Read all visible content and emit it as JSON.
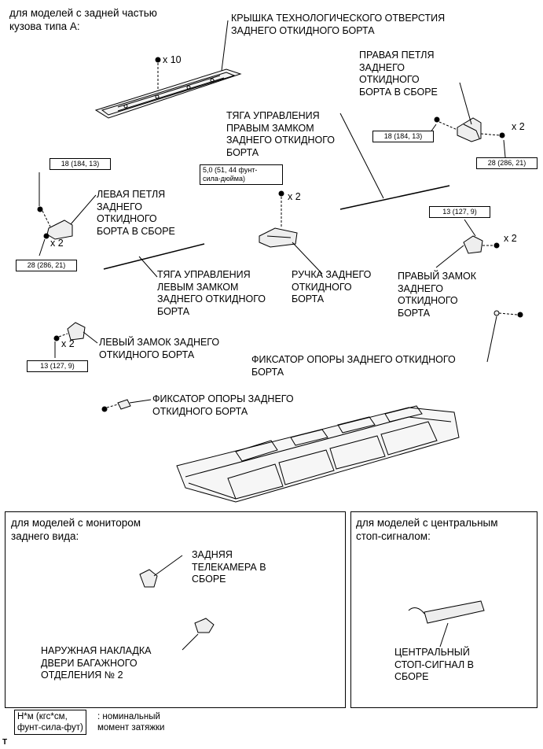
{
  "headers": {
    "body_type_a": "для моделей с задней частью\nкузова типа А:",
    "rear_monitor": "для моделей с монитором\nзаднего вида:",
    "center_stop": "для моделей с центральным\nстоп-сигналом:"
  },
  "labels": {
    "service_hole_cover": "КРЫШКА ТЕХНОЛОГИЧЕСКОГО ОТВЕРСТИЯ\nЗАДНЕГО ОТКИДНОГО БОРТА",
    "rh_hinge": "ПРАВАЯ ПЕТЛЯ\nЗАДНЕГО\nОТКИДНОГО\nБОРТА В СБОРЕ",
    "rh_lock_control_rod": "ТЯГА УПРАВЛЕНИЯ\nПРАВЫМ ЗАМКОМ\nЗАДНЕГО ОТКИДНОГО\nБОРТА",
    "lh_hinge": "ЛЕВАЯ ПЕТЛЯ\nЗАДНЕГО\nОТКИДНОГО\nБОРТА В СБОРЕ",
    "lh_lock_control_rod": "ТЯГА УПРАВЛЕНИЯ\nЛЕВЫМ ЗАМКОМ\nЗАДНЕГО ОТКИДНОГО\nБОРТА",
    "handle": "РУЧКА ЗАДНЕГО\nОТКИДНОГО\nБОРТА",
    "rh_lock": "ПРАВЫЙ ЗАМОК\nЗАДНЕГО\nОТКИДНОГО\nБОРТА",
    "lh_lock": "ЛЕВЫЙ ЗАМОК ЗАДНЕГО\nОТКИДНОГО БОРТА",
    "support_retainer_right": "ФИКСАТОР ОПОРЫ ЗАДНЕГО ОТКИДНОГО\nБОРТА",
    "support_retainer_left": "ФИКСАТОР ОПОРЫ ЗАДНЕГО\nОТКИДНОГО БОРТА",
    "rear_camera": "ЗАДНЯЯ\nТЕЛЕКАМЕРА В\nСБОРЕ",
    "outer_garnish": "НАРУЖНАЯ НАКЛАДКА\nДВЕРИ БАГАЖНОГО\nОТДЕЛЕНИЯ № 2",
    "center_stop_lamp": "ЦЕНТРАЛЬНЫЙ\nСТОП-СИГНАЛ В\nСБОРЕ"
  },
  "torques": {
    "rh_hinge_upper": "18 (184, 13)",
    "rh_hinge_lower": "28 (286, 21)",
    "handle": "5,0 (51, 44 фунт-\nсила-дюйма)",
    "lh_hinge_upper": "18 (184, 13)",
    "lh_hinge_lower": "28 (286, 21)",
    "rh_lock": "13 (127, 9)",
    "lh_lock": "13 (127, 9)"
  },
  "quantities": {
    "cover_screws": "x 10",
    "rh_hinge": "x 2",
    "handle": "x 2",
    "lh_hinge": "x 2",
    "rh_lock": "x 2",
    "lh_lock": "x 2"
  },
  "legend": {
    "units": "Н*м (кгс*см,\nфунт-сила-фут)",
    "description": ": номинальный\nмомент затяжки"
  },
  "figure_id": "T"
}
